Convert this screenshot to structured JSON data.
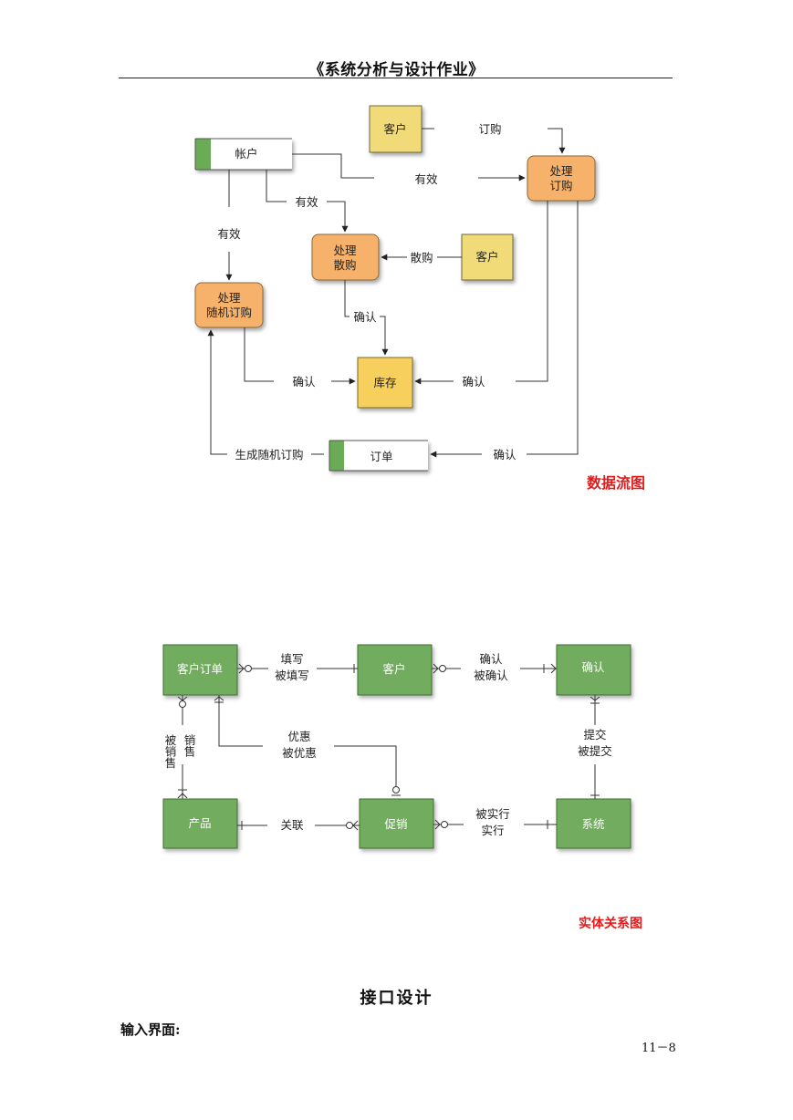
{
  "header": {
    "title": "《系统分析与设计作业》"
  },
  "dfd": {
    "caption": "数据流图",
    "entities": {
      "customer_top": "客户",
      "customer_right": "客户"
    },
    "stores": {
      "account": "帐户",
      "order": "订单"
    },
    "processes": {
      "order": [
        "处理",
        "订购"
      ],
      "bulk": [
        "处理",
        "散购"
      ],
      "random": [
        "处理",
        "随机订购"
      ],
      "inventory": "库存"
    },
    "flows": {
      "order_in": "订购",
      "valid_main": "有效",
      "valid_bulk": "有效",
      "valid_random": "有效",
      "bulk_in": "散购",
      "confirm_bulk": "确认",
      "confirm_random": "确认",
      "confirm_order_inv": "确认",
      "generate_random": "生成随机订购",
      "confirm_order_store": "确认"
    }
  },
  "erd": {
    "caption": "实体关系图",
    "entities": {
      "customer_order": "客户订单",
      "customer": "客户",
      "confirmation": "确认",
      "product": "产品",
      "promotion": "促销",
      "system": "系统"
    },
    "relations": {
      "fill": [
        "填写",
        "被填写"
      ],
      "confirm": [
        "确认",
        "被确认"
      ],
      "sold": [
        "被销售",
        "销售"
      ],
      "discount": [
        "优惠",
        "被优惠"
      ],
      "submit": [
        "提交",
        "被提交"
      ],
      "related": "关联",
      "execute": [
        "被实行",
        "实行"
      ]
    }
  },
  "sections": {
    "interface_design": "接口设计",
    "input_screen": "输入界面:"
  },
  "footer": {
    "page_number": "11－8"
  }
}
